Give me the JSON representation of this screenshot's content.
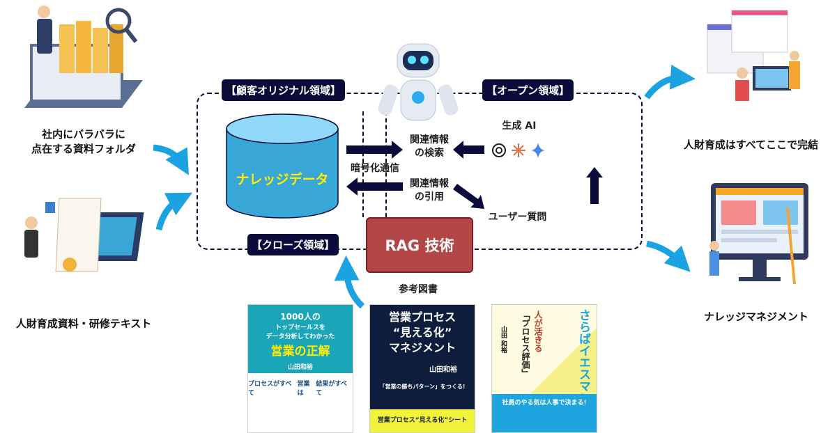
{
  "left": {
    "caption_folders": [
      "社内にバラバラに",
      "点在する資料フォルダ"
    ],
    "caption_training": "人財育成資料・研修テキスト"
  },
  "center": {
    "tag_customer": "【顧客オリジナル領域】",
    "tag_open": "【オープン領域】",
    "tag_closed": "【クローズ領域】",
    "database_label": "ナレッジデータ",
    "search_label": [
      "関連情報",
      "の検索"
    ],
    "encrypted_label": "暗号化通信",
    "cite_label": [
      "関連情報",
      "の引用"
    ],
    "genai_label": "生成 AI",
    "user_question_label": "ユーザー質問",
    "rag_label": "RAG 技術",
    "reference_books_label": "参考図書",
    "colors": {
      "navy": "#0b0b3b",
      "db_body": "#39a6d8",
      "db_top": "#8fd8f8",
      "db_text": "#ffee00",
      "rag": "#b34646",
      "arrow_blue": "#1aa3e0"
    }
  },
  "books": [
    {
      "lines": [
        "1000人の",
        "トップセールスを",
        "データ分析してわかった",
        "営業の正解"
      ],
      "author": "山田和裕",
      "sub": [
        "プロセスがすべて",
        "営業は",
        "結果がすべて"
      ]
    },
    {
      "lines": [
        "営業プロセス",
        "“見える化”",
        "マネジメント"
      ],
      "author": "山田和裕",
      "tagline": "「営業の勝ちパターン」をつくる!",
      "footer": "営業プロセス“見える化”シート"
    },
    {
      "lines": [
        "さらばイエスマン",
        "人が活きる",
        "「プロセス評価」"
      ],
      "author": "山田 和裕",
      "footer": "社員のやる気は人事で決まる!"
    }
  ],
  "right": {
    "caption_training_complete": "人財育成はすべてここで完結",
    "caption_knowledge": "ナレッジマネジメント"
  }
}
